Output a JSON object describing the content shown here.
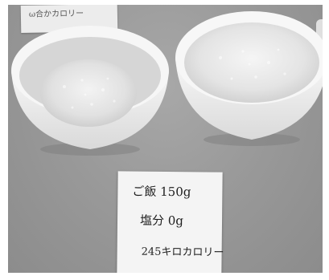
{
  "background_card": {
    "text": "ω合かカロリー"
  },
  "note_card": {
    "line1": "ご飯 150g",
    "line2": "塩分 0g",
    "line3": "245キロカロリー"
  },
  "colors": {
    "table": "#9a9a9a",
    "bowl": "#f2f2f2",
    "rice": "#e6e6e6",
    "card": "#f4f4f4",
    "ink": "#1e1e1e"
  }
}
